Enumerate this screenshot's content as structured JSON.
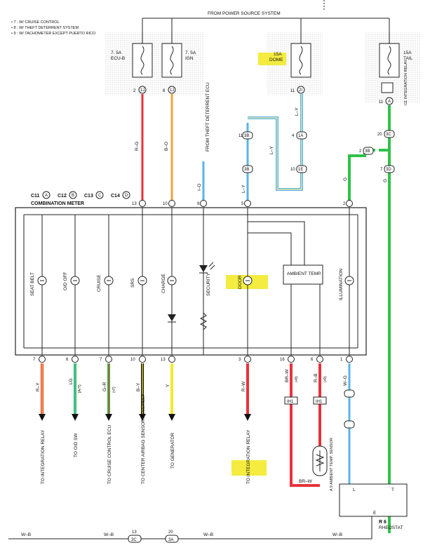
{
  "notes": [
    "• 7 : W/ CRUISE CONTROL",
    "• 8 : W/ THEFT DETERRENT SYSTEM",
    "• 9 : W/ TACHOMETER EXCEPT PUERTO RICO"
  ],
  "source_label": "FROM POWER SOURCE SYSTEM",
  "fuses": [
    {
      "amp": "7. 5A",
      "name": "ECU-B",
      "pin": "2",
      "conn": "1J"
    },
    {
      "amp": "7. 5A",
      "name": "IGN",
      "pin": "8",
      "conn": "1J"
    },
    {
      "amp": "15A",
      "name": "DOME",
      "pin": "11",
      "conn": "2I"
    },
    {
      "amp": "15A",
      "name": "TAIL",
      "pin": "11",
      "conn": "A"
    }
  ],
  "integration_relay": "I11 INTEGRATION RELAY",
  "from_theft": "FROM THEFT DETERRENT ECU",
  "connector_label": {
    "c11": "C11",
    "c12": "C12",
    "c13": "C13",
    "c14": "C14",
    "sub": "COMBINATION METER",
    "a": "A",
    "b": "B",
    "c": "C",
    "d": "D"
  },
  "top_wires": [
    "R–G",
    "B–O",
    "I–O",
    "L–Y",
    "L–Y",
    "G",
    "G",
    "L–Y"
  ],
  "top_pins": [
    "13",
    "10",
    "9",
    "5",
    "2"
  ],
  "junctions": [
    "11",
    "3B",
    "3B",
    "4",
    "1A",
    "10",
    "1E",
    "20",
    "3C",
    "2",
    "3B",
    "7",
    "3D"
  ],
  "meter_items": [
    "SEAT BELT",
    "O/D OFF",
    "CRUISE",
    "SRS",
    "CHARGE",
    "SECURITY",
    "DOOR",
    "AMBIENT TEMP.",
    "ILLUMINATION"
  ],
  "bottom_pins": [
    "7",
    "6",
    "7",
    "10",
    "13",
    "3",
    "16",
    "6",
    "1"
  ],
  "bottom_wires": [
    "R–Y",
    "LG",
    "G–R",
    "B–Y",
    "Y",
    "R–W",
    "BR–W",
    "R–B",
    "W–G"
  ],
  "bottom_sub": [
    "",
    "[A/T]",
    "(•7)",
    "",
    "",
    "",
    "(•9)",
    "(•9)",
    ""
  ],
  "destinations": [
    "TO INTEGRATION RELAY",
    "TO O/D SW",
    "TO CRUISE CONTROL ECU",
    "TO CENTER AIRBAG SENSOR ASSEMBLY",
    "TO GENERATOR",
    "TO INTEGRATION RELAY"
  ],
  "ih_connectors": [
    "IH1",
    "IH1"
  ],
  "sensor": "A 9 AMBIENT TEMP. SENSOR",
  "sensor_wire": "BR–W",
  "rheostat": {
    "name": "R 6",
    "label": "RHEOSTAT",
    "pins": [
      "L",
      "T",
      "E"
    ]
  },
  "ground": {
    "wire": "W–B",
    "j1": "3C",
    "j1pin": "13",
    "j2": "3A",
    "j2pin": "20"
  },
  "colors": {
    "red": "#e8323c",
    "orange": "#f2a23a",
    "blue": "#5ab4e8",
    "green": "#2fc24a",
    "yellow": "#f3ea2a",
    "black": "#111111"
  }
}
